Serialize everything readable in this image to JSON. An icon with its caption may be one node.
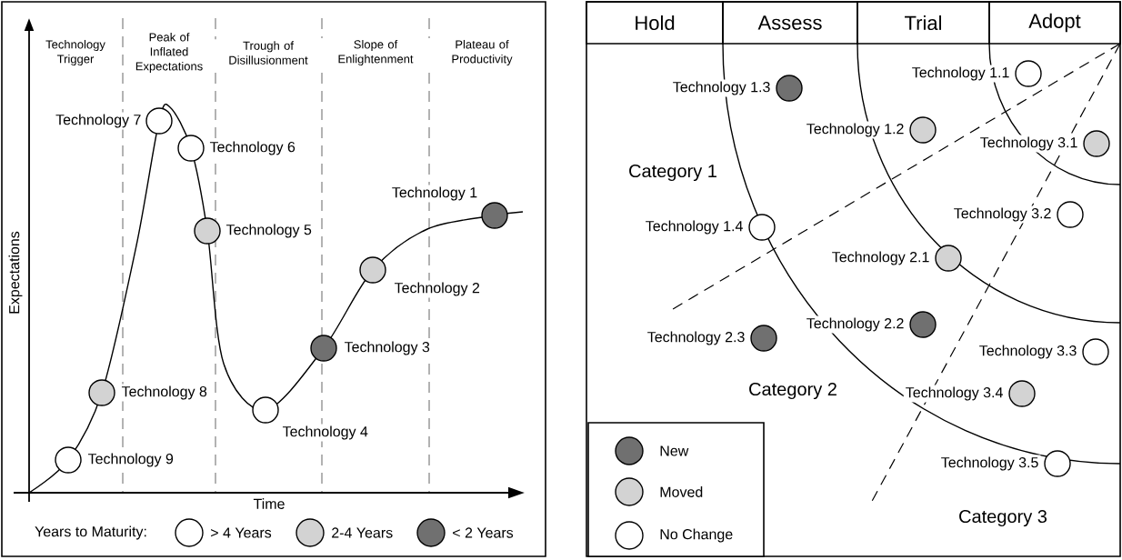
{
  "diagram": {
    "nodes": [
      {
        "text": [],
        "shape": "circle",
        "beside": [
          "Technology 7"
        ]
      },
      {
        "text": [],
        "shape": "circle",
        "beside": [
          "Technology 6"
        ]
      },
      {
        "text": [],
        "shape": "circle",
        "beside": [
          "Technology 1"
        ]
      },
      {
        "text": [],
        "shape": "circle",
        "beside": [
          "Technology 5"
        ]
      },
      {
        "text": [],
        "shape": "circle",
        "beside": [
          "Technology 2"
        ]
      },
      {
        "text": [],
        "shape": "circle",
        "beside": [
          "Technology 3"
        ]
      },
      {
        "text": [],
        "shape": "circle",
        "beside": [
          "Technology 8"
        ]
      },
      {
        "text": [],
        "shape": "circle",
        "beside": [
          "Technology 4"
        ]
      },
      {
        "text": [],
        "shape": "circle",
        "beside": [
          "Technology 9"
        ]
      },
      {
        "text": [],
        "shape": "circle",
        "beside": [
          "Technology 1.1"
        ]
      },
      {
        "text": [],
        "shape": "circle",
        "beside": [
          "Technology 1.3"
        ]
      },
      {
        "text": [],
        "shape": "circle",
        "beside": [
          "Technology 1.2"
        ]
      },
      {
        "text": [],
        "shape": "circle",
        "beside": [
          "Technology 3.1"
        ]
      },
      {
        "text": [],
        "shape": "circle",
        "beside": [
          "Technology 3.2"
        ]
      },
      {
        "text": [],
        "shape": "circle",
        "beside": [
          "Technology 1.4"
        ]
      },
      {
        "text": [],
        "shape": "circle",
        "beside": [
          "Technology 2.1"
        ]
      },
      {
        "text": [],
        "shape": "circle",
        "beside": [
          "Technology 2.2"
        ]
      },
      {
        "text": [],
        "shape": "circle",
        "beside": [
          "Technology 2.3"
        ]
      },
      {
        "text": [],
        "shape": "circle",
        "beside": [
          "Technology 3.3"
        ]
      },
      {
        "text": [],
        "shape": "circle",
        "beside": [
          "Technology 3.4"
        ]
      },
      {
        "text": [],
        "shape": "circle",
        "beside": [
          "Technology 3.5"
        ]
      }
    ],
    "labels": [
      "Technology Trigger",
      "Peak of Inflated Expectations",
      "Trough of Disillusionment",
      "Slope of Enlightenment",
      "Plateau of Productivity",
      "Expectations",
      "Time",
      "Years to Maturity:",
      "Hold",
      "Assess",
      "Trial",
      "Adopt",
      "Category 1",
      "Category 2",
      "Category 3"
    ],
    "legend": [
      {
        "text": "> 4 Years"
      },
      {
        "text": "2-4 Years",
        "color": "#d3d3d3"
      },
      {
        "text": "< 2 Years",
        "color": "#707070"
      },
      {
        "text": "New",
        "color": "#707070"
      },
      {
        "text": "Moved",
        "color": "#d3d3d3"
      },
      {
        "text": "No Change"
      }
    ]
  }
}
